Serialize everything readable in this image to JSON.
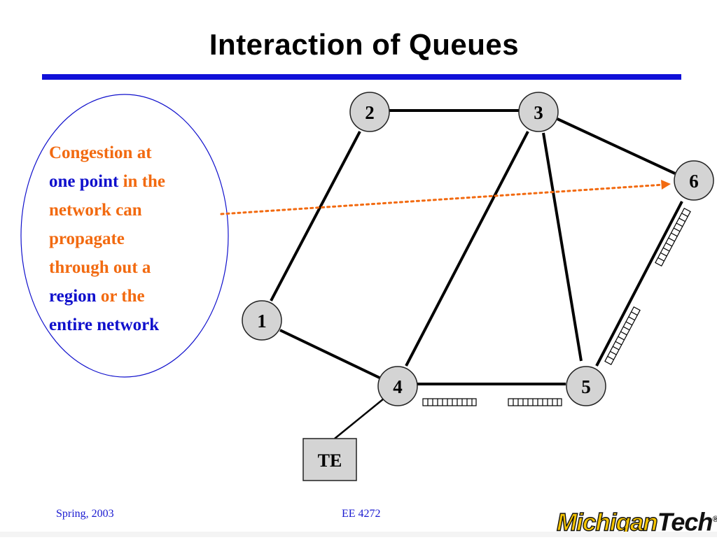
{
  "slide": {
    "title": "Interaction of Queues",
    "colors": {
      "rule": "#1010d8",
      "accent_orange": "#f26a10",
      "accent_blue": "#1010cc",
      "node_fill": "#d4d4d4"
    }
  },
  "callout": {
    "segments": [
      {
        "text": "Congestion  at",
        "color": "orange"
      },
      {
        "text": "one point",
        "color": "blue"
      },
      {
        "text": " in the network can propagate through out a ",
        "color": "orange"
      },
      {
        "text": "region",
        "color": "blue"
      },
      {
        "text": " or the ",
        "color": "orange"
      },
      {
        "text": "entire network",
        "color": "blue"
      }
    ],
    "lines": [
      [
        {
          "t": "Congestion  at",
          "c": "orange"
        }
      ],
      [
        {
          "t": "one point",
          "c": "blue"
        },
        {
          "t": " in the",
          "c": "orange"
        }
      ],
      [
        {
          "t": "network can",
          "c": "orange"
        }
      ],
      [
        {
          "t": "propagate",
          "c": "orange"
        }
      ],
      [
        {
          "t": "through out a",
          "c": "orange"
        }
      ],
      [
        {
          "t": "region",
          "c": "blue"
        },
        {
          "t": " or the",
          "c": "orange"
        }
      ],
      [
        {
          "t": "entire network",
          "c": "blue"
        }
      ]
    ]
  },
  "network": {
    "nodes": [
      {
        "id": "1",
        "label": "1"
      },
      {
        "id": "2",
        "label": "2"
      },
      {
        "id": "3",
        "label": "3"
      },
      {
        "id": "4",
        "label": "4"
      },
      {
        "id": "5",
        "label": "5"
      },
      {
        "id": "6",
        "label": "6"
      }
    ],
    "links": [
      {
        "from": "2",
        "to": "3"
      },
      {
        "from": "2",
        "to": "1"
      },
      {
        "from": "1",
        "to": "4"
      },
      {
        "from": "3",
        "to": "4"
      },
      {
        "from": "3",
        "to": "5"
      },
      {
        "from": "3",
        "to": "6"
      },
      {
        "from": "4",
        "to": "5"
      },
      {
        "from": "5",
        "to": "6"
      },
      {
        "from": "4",
        "to": "TE"
      }
    ],
    "terminal_label": "TE"
  },
  "footer": {
    "left": "Spring, 2003",
    "center": "EE 4272",
    "logo_main": "Michigan",
    "logo_second": "Tech",
    "logo_mark": "®"
  }
}
